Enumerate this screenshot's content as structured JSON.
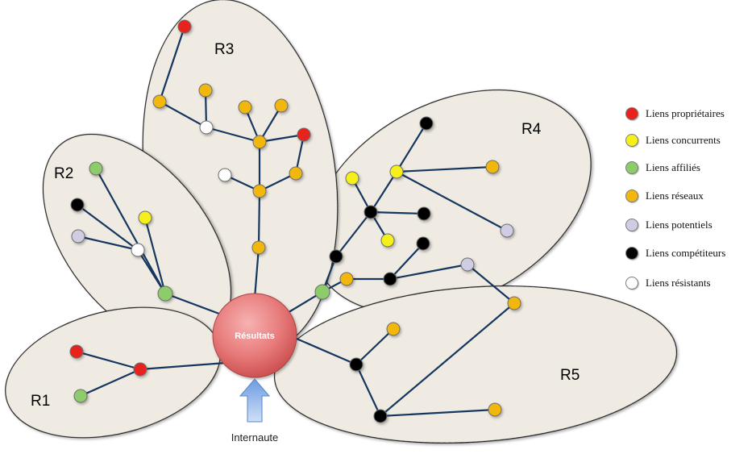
{
  "regions": [
    {
      "id": "R1",
      "label": "R1"
    },
    {
      "id": "R2",
      "label": "R2"
    },
    {
      "id": "R3",
      "label": "R3"
    },
    {
      "id": "R4",
      "label": "R4"
    },
    {
      "id": "R5",
      "label": "R5"
    }
  ],
  "center": {
    "label": "Résultats"
  },
  "arrow": {
    "label": "Internaute"
  },
  "legend": [
    {
      "type": "proprietaires",
      "label": "Liens propriétaires"
    },
    {
      "type": "concurrents",
      "label": "Liens concurrents"
    },
    {
      "type": "affilies",
      "label": "Liens affiliés"
    },
    {
      "type": "reseaux",
      "label": "Liens réseaux"
    },
    {
      "type": "potentiels",
      "label": "Liens potentiels"
    },
    {
      "type": "competiteurs",
      "label": "Liens compétiteurs"
    },
    {
      "type": "resistants",
      "label": "Liens résistants"
    }
  ],
  "colors": {
    "proprietaires": "#e8211a",
    "concurrents": "#f5f01a",
    "affilies": "#8ccc6a",
    "reseaux": "#f2b70d",
    "potentiels": "#cfcde4",
    "competiteurs": "#050505",
    "resistants": "#ffffff",
    "edge": "#15365e",
    "region_fill": "#efebe3",
    "region_stroke": "#1a1a1a",
    "center_fill": "#e87c7c",
    "arrow_fill": "#8fb8ea"
  }
}
